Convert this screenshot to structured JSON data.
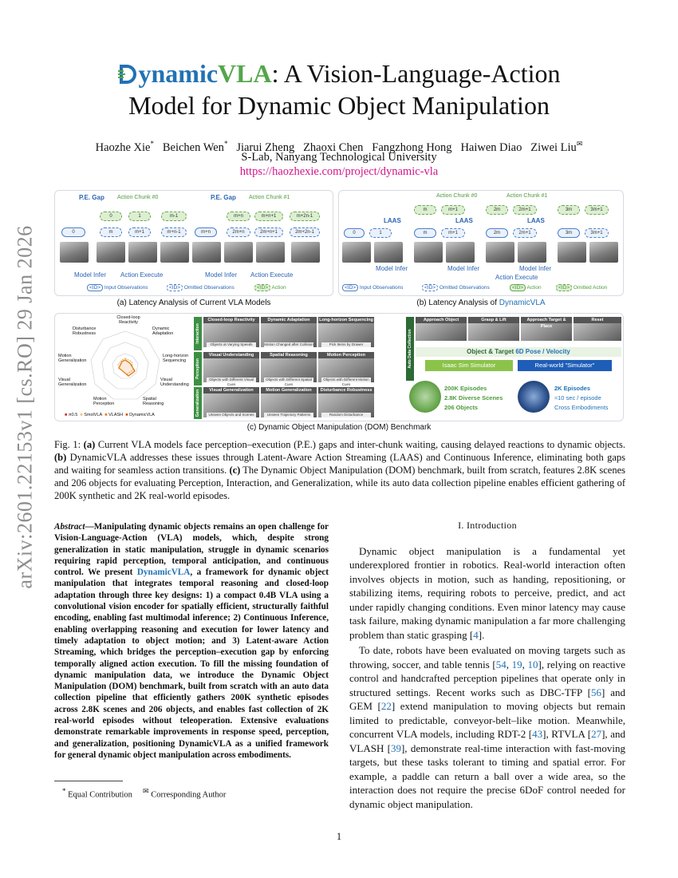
{
  "sidebar_stamp": "arXiv:2601.22153v1  [cs.RO]  29 Jan 2026",
  "title": {
    "brand_d": "D",
    "brand_ynamic": "ynamic",
    "brand_vla": "VLA",
    "line1_rest": ": A Vision-Language-Action",
    "line2": "Model for Dynamic Object Manipulation"
  },
  "authors": [
    "Haozhe Xie",
    "Beichen Wen",
    "Jiarui Zheng",
    "Zhaoxi Chen",
    "Fangzhong Hong",
    "Haiwen Diao",
    "Ziwei Liu"
  ],
  "author_marks": {
    "equal": "*",
    "corresponding": "✉"
  },
  "affiliation": "S-Lab, Nanyang Technological University",
  "url": "https://haozhexie.com/project/dynamic-vla",
  "figure": {
    "panel_a": {
      "caption": "(a) Latency Analysis of Current VLA Models",
      "pe_gap": "P.E. Gap",
      "chunk0": "Action Chunk #0",
      "chunk1": "Action Chunk #1",
      "model_infer": "Model Infer",
      "action_execute": "Action Execute",
      "top_chips": [
        "0",
        "1",
        "m-1",
        "m+n",
        "m+n+1",
        "m+2n-1"
      ],
      "bottom_chips": [
        "0",
        "m",
        "m+1",
        "m+n-1",
        "m+n",
        "2m+n",
        "2m+n+1",
        "2m+2n-1"
      ],
      "legend_id": "<ID>",
      "legend_input": "Input Observations",
      "legend_omitted": "Omitted Observations",
      "legend_action": "Action"
    },
    "panel_b": {
      "caption_prefix": "(b) Latency Analysis of ",
      "caption_brand": "DynamicVLA",
      "chunk0": "Action Chunk #0",
      "chunk1": "Action Chunk #1",
      "laas": "LAAS",
      "model_infer": "Model Infer",
      "action_execute": "Action Execute",
      "top_chips": [
        "m",
        "m+1",
        "2m",
        "2m+1",
        "3m",
        "3m+1"
      ],
      "bottom_chips": [
        "0",
        "1",
        "m",
        "m+1",
        "2m",
        "2m+1",
        "3m",
        "3m+1"
      ],
      "legend_id": "<ID>",
      "legend_input": "Input Observations",
      "legend_omitted": "Omitted Observations",
      "legend_action": "Action",
      "legend_omitted_action": "Omitted Action"
    },
    "panel_c": {
      "caption": "(c) Dynamic Object Manipulation (DOM) Benchmark",
      "radar_axes": [
        "Closed-loop Reactivity",
        "Dynamic Adaptation",
        "Long-horizon Sequencing",
        "Visual Understanding",
        "Spatial Reasoning",
        "Motion Perception",
        "Visual Generalization",
        "Motion Generalization",
        "Disturbance Robustness"
      ],
      "radar_legend": [
        "π0.5",
        "SmolVLA",
        "VLASH",
        "DynamicVLA"
      ],
      "interaction_headers": [
        "Closed-loop Reactivity",
        "Dynamic Adaptation",
        "Long-horizon Sequencing"
      ],
      "interaction_footers": [
        "Objects at Varying Speeds",
        "Motion Changed after Collision",
        "Pick Items by Drawer"
      ],
      "perception_headers": [
        "Visual Understanding",
        "Spatial Reasoning",
        "Motion Perception"
      ],
      "perception_footers": [
        "Objects with Different Visual Cues",
        "Objects with Different Spatial Cues",
        "Objects with Different Motion Cues"
      ],
      "generalization_headers": [
        "Visual Generalization",
        "Motion Generalization",
        "Disturbance Robustness"
      ],
      "generalization_footers": [
        "Unseen Objects and Scenes",
        "Unseen Trajectory Patterns",
        "Random Disturbance"
      ],
      "side_tabs": [
        "Interaction",
        "Perception",
        "Generalization"
      ],
      "auto_tab": "Auto Data Collection",
      "pipeline_steps": [
        "Approach Object",
        "Grasp & Lift",
        "Approach Target & Place",
        "Reset"
      ],
      "pose_label_prefix": "Object & Target ",
      "pose_label_highlight": "6D Pose / Velocity",
      "sim_label": "Isaac Sim Simulator",
      "real_label": "Real-world \"Simulator\"",
      "sim_stats": [
        "200K Episodes",
        "2.8K Diverse Scenes",
        "206 Objects"
      ],
      "real_stats": [
        "2K Episodes",
        "≈10 sec / episode",
        "Cross Embodiments"
      ]
    }
  },
  "figure_caption": {
    "lead": "Fig. 1: ",
    "a_tag": "(a)",
    "a_text": " Current VLA models face perception–execution (P.E.) gaps and inter-chunk waiting, causing delayed reactions to dynamic objects. ",
    "b_tag": "(b)",
    "b_text": " DynamicVLA addresses these issues through Latent-Aware Action Streaming (LAAS) and Continuous Inference, eliminating both gaps and waiting for seamless action transitions. ",
    "c_tag": "(c)",
    "c_text": " The Dynamic Object Manipulation (DOM) benchmark, built from scratch, features 2.8K scenes and 206 objects for evaluating Perception, Interaction, and Generalization, while its auto data collection pipeline enables efficient gathering of 200K synthetic and 2K real-world episodes."
  },
  "abstract": {
    "label": "Abstract",
    "dash": "—",
    "part1": "Manipulating dynamic objects remains an open challenge for Vision-Language-Action (VLA) models, which, despite strong generalization in static manipulation, struggle in dynamic scenarios requiring rapid perception, temporal anticipation, and continuous control. We present ",
    "brand": "DynamicVLA",
    "part2": ", a framework for dynamic object manipulation that integrates temporal reasoning and closed-loop adaptation through three key designs: 1) a compact 0.4B VLA using a convolutional vision encoder for spatially efficient, structurally faithful encoding, enabling fast multimodal inference; 2) Continuous Inference, enabling overlapping reasoning and execution for lower latency and timely adaptation to object motion; and 3) Latent-aware Action Streaming, which bridges the perception–execution gap by enforcing temporally aligned action execution. To fill the missing foundation of dynamic manipulation data, we introduce the Dynamic Object Manipulation (DOM) benchmark, built from scratch with an auto data collection pipeline that efficiently gathers 200K synthetic episodes across 2.8K scenes and 206 objects, and enables fast collection of 2K real-world episodes without teleoperation. Extensive evaluations demonstrate remarkable improvements in response speed, perception, and generalization, positioning DynamicVLA as a unified framework for general dynamic object manipulation across embodiments."
  },
  "footnote": {
    "equal_mark": "*",
    "equal": "Equal Contribution",
    "corr_mark": "✉",
    "corr": "Corresponding Author"
  },
  "intro": {
    "heading": "I. Introduction",
    "p1": "Dynamic object manipulation is a fundamental yet underexplored frontier in robotics. Real-world interaction often involves objects in motion, such as handing, repositioning, or stabilizing items, requiring robots to perceive, predict, and act under rapidly changing conditions. Even minor latency may cause task failure, making dynamic manipulation a far more challenging problem than static grasping [",
    "p1_cite": "4",
    "p1_end": "].",
    "p2_a": "To date, robots have been evaluated on moving targets such as throwing, soccer, and table tennis [",
    "c54": "54",
    "c19": "19",
    "c10": "10",
    "p2_b": "], relying on reactive control and handcrafted perception pipelines that operate only in structured settings. Recent works such as DBC-TFP [",
    "c56": "56",
    "p2_c": "] and GEM [",
    "c22": "22",
    "p2_d": "] extend manipulation to moving objects but remain limited to predictable, conveyor-belt–like motion. Meanwhile, concurrent VLA models, including RDT-2 [",
    "c43": "43",
    "p2_e": "], RTVLA [",
    "c27": "27",
    "p2_f": "], and VLASH [",
    "c39": "39",
    "p2_g": "], demonstrate real-time interaction with fast-moving targets, but these tasks tolerant to timing and spatial error. For example, a paddle can return a ball over a wide area, so the interaction does not require the precise 6DoF control needed for dynamic object manipulation."
  },
  "page_number": "1"
}
